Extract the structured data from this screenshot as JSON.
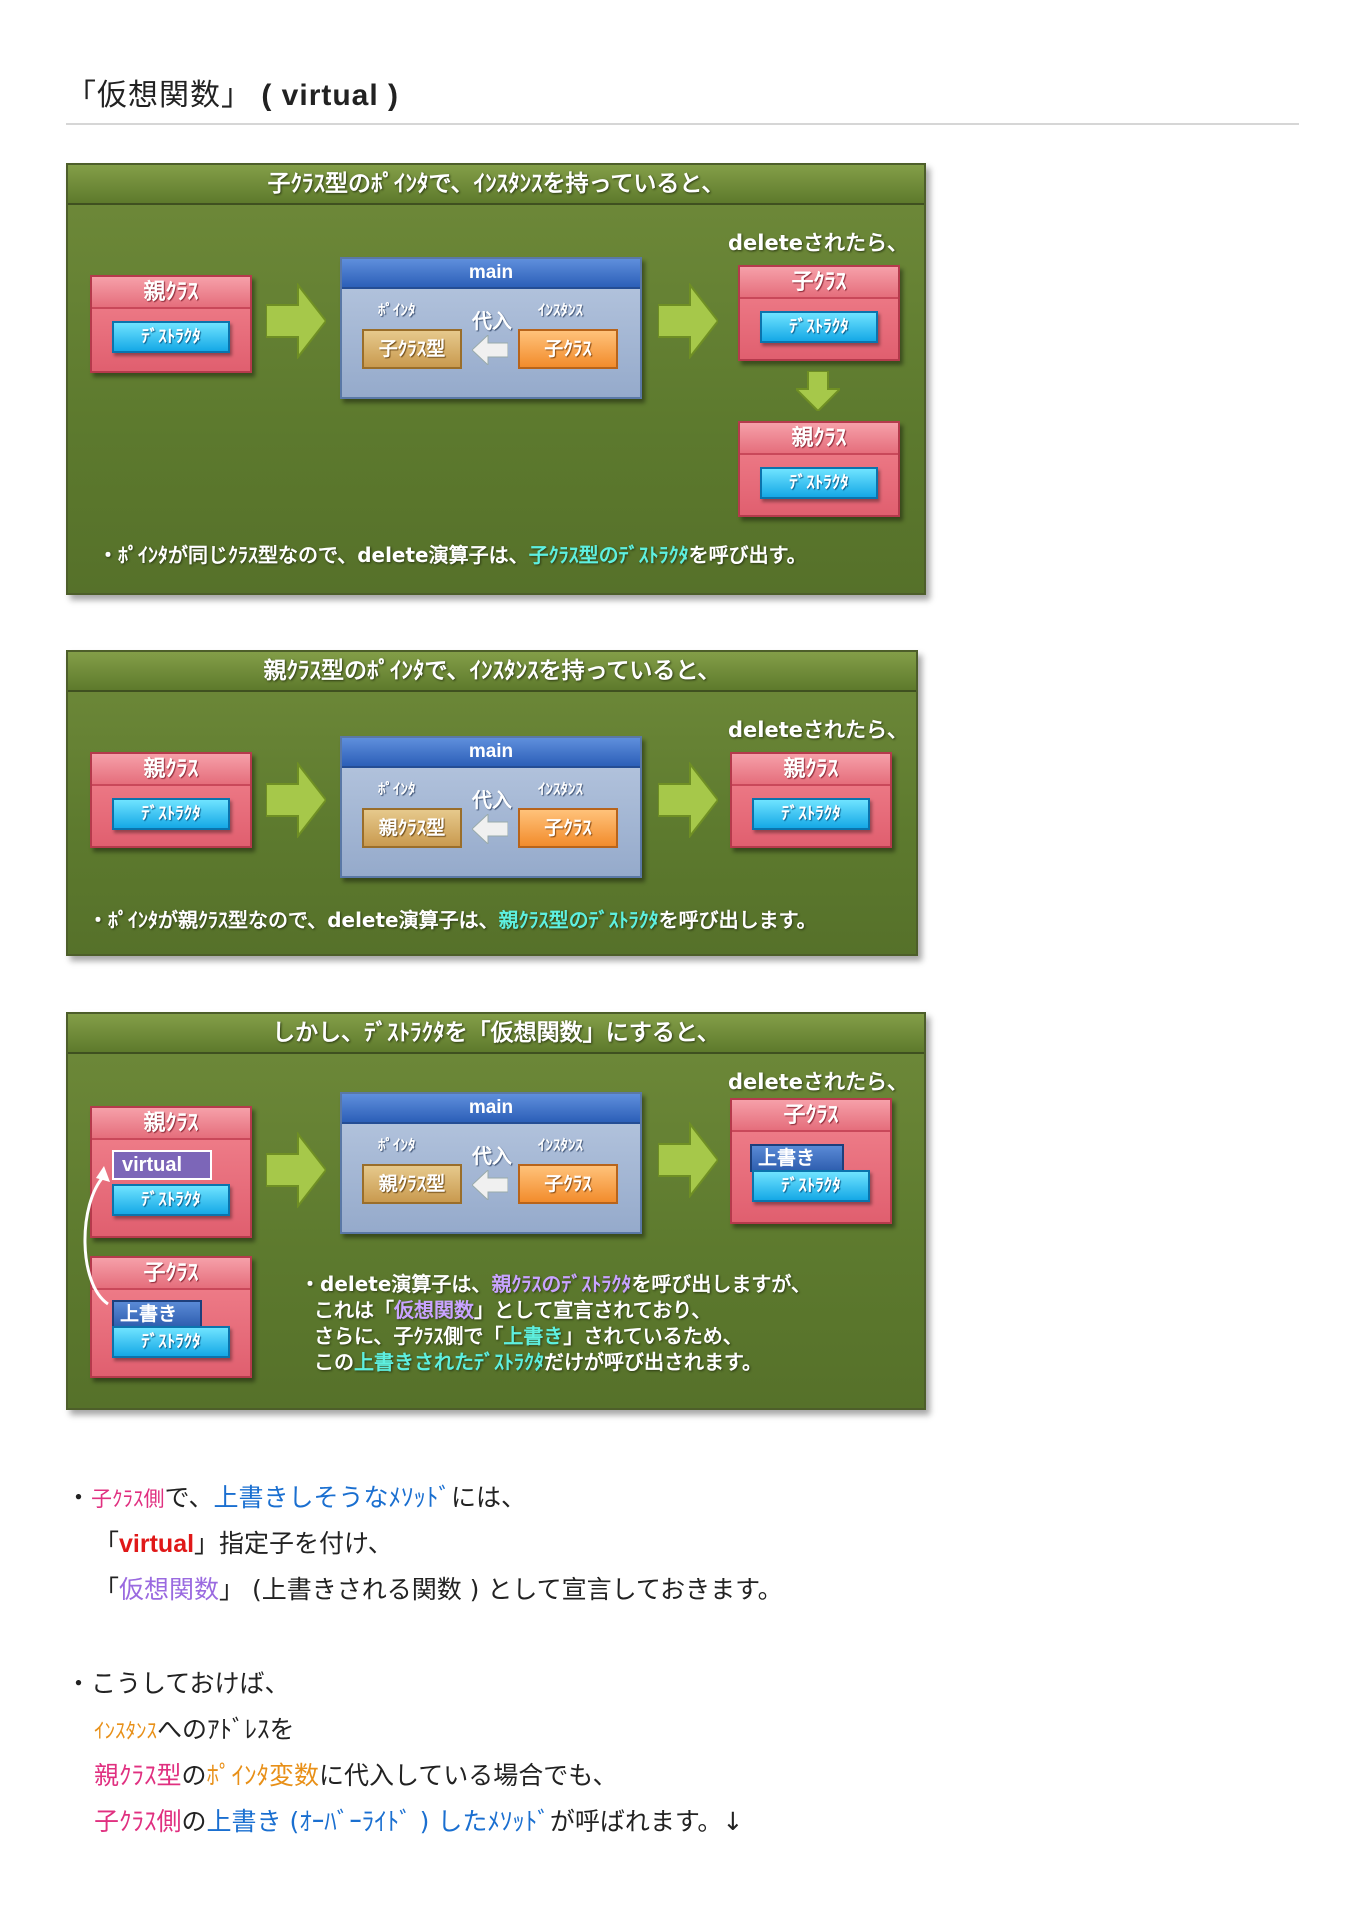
{
  "title": {
    "bracket_open": "「",
    "main": "仮想関数",
    "bracket_close": "」",
    "paren_open": " ( ",
    "keyword": "virtual",
    "paren_close": " )"
  },
  "diagram1": {
    "header": "子ｸﾗｽ型のﾎﾟｲﾝﾀで、ｲﾝｽﾀﾝｽを持っていると、",
    "parent_class": "親ｸﾗｽ",
    "destructor": "ﾃﾞｽﾄﾗｸﾀ",
    "main_label": "main",
    "pointer_label": "ﾎﾟｲﾝﾀ",
    "assign_label": "代入",
    "instance_label": "ｲﾝｽﾀﾝｽ",
    "pointer_type": "子ｸﾗｽ型",
    "instance_type": "子ｸﾗｽ",
    "deleted_label": "deleteされたら、",
    "result_class_1": "子ｸﾗｽ",
    "result_dtor_1": "ﾃﾞｽﾄﾗｸﾀ",
    "result_class_2": "親ｸﾗｽ",
    "result_dtor_2": "ﾃﾞｽﾄﾗｸﾀ",
    "note_a": "・ﾎﾟｲﾝﾀが同じｸﾗｽ型なので、delete演算子は、",
    "note_b": "子ｸﾗｽ型のﾃﾞｽﾄﾗｸﾀ",
    "note_c": "を呼び出す。"
  },
  "diagram2": {
    "header": "親ｸﾗｽ型のﾎﾟｲﾝﾀで、ｲﾝｽﾀﾝｽを持っていると、",
    "parent_class": "親ｸﾗｽ",
    "destructor": "ﾃﾞｽﾄﾗｸﾀ",
    "main_label": "main",
    "pointer_label": "ﾎﾟｲﾝﾀ",
    "assign_label": "代入",
    "instance_label": "ｲﾝｽﾀﾝｽ",
    "pointer_type": "親ｸﾗｽ型",
    "instance_type": "子ｸﾗｽ",
    "deleted_label": "deleteされたら、",
    "result_class": "親ｸﾗｽ",
    "result_dtor": "ﾃﾞｽﾄﾗｸﾀ",
    "note_a": "・ﾎﾟｲﾝﾀが親ｸﾗｽ型なので、delete演算子は、",
    "note_b": "親ｸﾗｽ型のﾃﾞｽﾄﾗｸﾀ",
    "note_c": "を呼び出します。"
  },
  "diagram3": {
    "header": "しかし、ﾃﾞｽﾄﾗｸﾀを「仮想関数」にすると、",
    "parent_class": "親ｸﾗｽ",
    "virtual_label": "virtual",
    "destructor": "ﾃﾞｽﾄﾗｸﾀ",
    "child_class": "子ｸﾗｽ",
    "override_label": "上書き",
    "child_destructor": "ﾃﾞｽﾄﾗｸﾀ",
    "main_label": "main",
    "pointer_label": "ﾎﾟｲﾝﾀ",
    "assign_label": "代入",
    "instance_label": "ｲﾝｽﾀﾝｽ",
    "pointer_type": "親ｸﾗｽ型",
    "instance_type": "子ｸﾗｽ",
    "deleted_label": "deleteされたら、",
    "result_class": "子ｸﾗｽ",
    "result_override": "上書き",
    "result_dtor": "ﾃﾞｽﾄﾗｸﾀ",
    "note1_a": "・delete演算子は、",
    "note1_b": "親ｸﾗｽのﾃﾞｽﾄﾗｸﾀ",
    "note1_c": "を呼び出しますが、",
    "note2_a": "これは「",
    "note2_b": "仮想関数",
    "note2_c": "」として宣言されており、",
    "note3_a": "さらに、子ｸﾗｽ側で「",
    "note3_b": "上書き",
    "note3_c": "」されているため、",
    "note4_a": "この",
    "note4_b": "上書きされたﾃﾞｽﾄﾗｸﾀ",
    "note4_c": "だけが呼び出されます。"
  },
  "text": {
    "p1_bullet": "・",
    "p1_a": "子ｸﾗｽ側",
    "p1_b": "で、",
    "p1_c": "上書きしそうなﾒｿｯﾄﾞ",
    "p1_d": "には、",
    "p2_a": "「",
    "p2_b": "virtual",
    "p2_c": "」指定子を付け、",
    "p3_a": "「",
    "p3_b": "仮想関数",
    "p3_c": "」 (上書きされる関数 ) として宣言しておきます。",
    "p4": "・こうしておけば、",
    "p5_a": "ｲﾝｽﾀﾝｽ",
    "p5_b": "へのｱﾄﾞﾚｽを",
    "p6_a": "親ｸﾗｽ型",
    "p6_b": "の",
    "p6_c": "ﾎﾟｲﾝﾀ変数",
    "p6_d": "に代入している場合でも、",
    "p7_a": "子ｸﾗｽ側",
    "p7_b": "の",
    "p7_c": "上書き (ｵｰﾊﾞｰﾗｲﾄﾞ ) したﾒｿｯﾄﾞ",
    "p7_d": "が呼ばれます。↓"
  }
}
